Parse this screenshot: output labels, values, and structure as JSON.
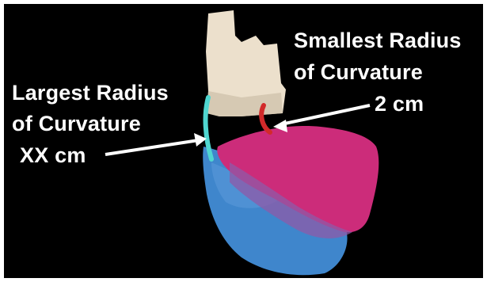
{
  "labels": {
    "largest_line1": "Largest Radius",
    "largest_line2": "of Curvature",
    "largest_value": "XX cm",
    "smallest_line1": "Smallest Radius",
    "smallest_line2": "of Curvature",
    "smallest_value": "2 cm"
  },
  "colors": {
    "background": "#000000",
    "bone": "#ece0cc",
    "blue_structure": "#3f86cc",
    "magenta_structure": "#cc2c7a",
    "largest_radius_marker": "#4fd6d0",
    "smallest_radius_marker": "#d22a2a",
    "arrows": "#ffffff"
  }
}
